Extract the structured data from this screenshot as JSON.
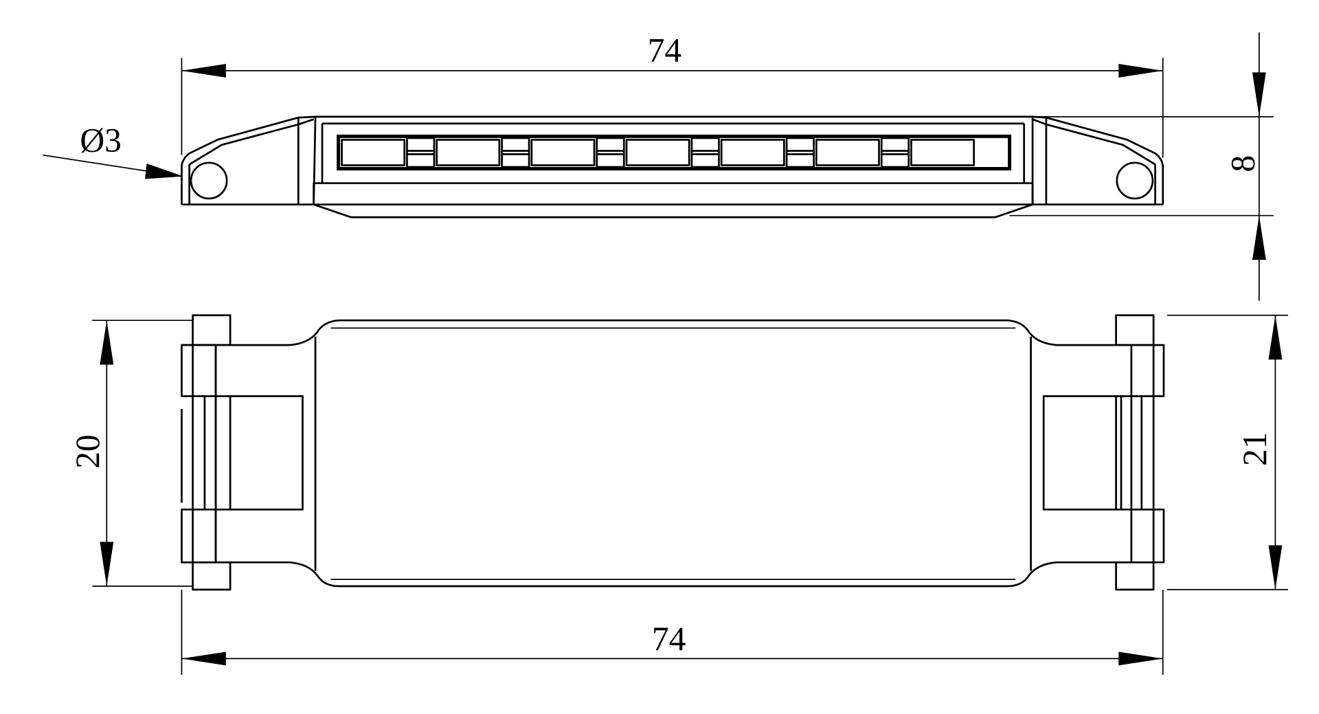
{
  "drawing": {
    "top_view": {
      "length_label": "74",
      "height_label": "8",
      "hole_diameter_label": "Ø3",
      "window_cell_count": 7
    },
    "plan_view": {
      "length_label": "74",
      "width_left_label": "20",
      "width_right_label": "21"
    }
  }
}
